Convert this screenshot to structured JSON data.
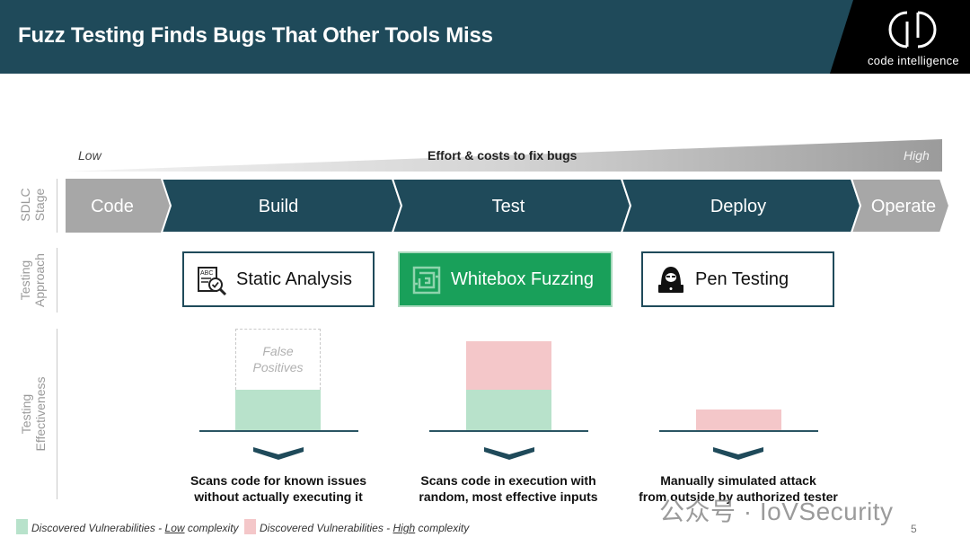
{
  "header": {
    "title": "Fuzz Testing Finds Bugs That Other Tools Miss",
    "logo_text": "code intelligence",
    "colors": {
      "teal": "#1f4a5a",
      "black": "#000000"
    }
  },
  "effort": {
    "low": "Low",
    "title": "Effort & costs to fix bugs",
    "high": "High"
  },
  "side_labels": {
    "sdlc": [
      "SDLC",
      "Stage"
    ],
    "approach": [
      "Testing",
      "Approach"
    ],
    "effectiveness": [
      "Testing",
      "Effectiveness"
    ]
  },
  "stages": [
    "Code",
    "Build",
    "Test",
    "Deploy",
    "Operate"
  ],
  "approaches": [
    {
      "label": "Static Analysis",
      "icon": "document-magnifier-icon"
    },
    {
      "label": "Whitebox Fuzzing",
      "icon": "maze-icon",
      "highlight_color": "#19a05a"
    },
    {
      "label": "Pen Testing",
      "icon": "hacker-icon"
    }
  ],
  "effectiveness": {
    "false_positives": [
      "False",
      "Positives"
    ],
    "colors": {
      "low_complexity": "#b8e2cb",
      "high_complexity": "#f4c7c9"
    }
  },
  "descriptions": [
    [
      "Scans code for known issues",
      "without actually executing it"
    ],
    [
      "Scans code in execution with",
      "random, most effective inputs"
    ],
    [
      "Manually simulated attack",
      "from outside by authorized tester"
    ]
  ],
  "legend": [
    {
      "prefix": "Discovered Vulnerabilities - ",
      "emph": "Low",
      "suffix": " complexity"
    },
    {
      "prefix": "Discovered Vulnerabilities - ",
      "emph": "High",
      "suffix": " complexity"
    }
  ],
  "watermark": "公众号 · IoVSecurity",
  "page_number": "5"
}
